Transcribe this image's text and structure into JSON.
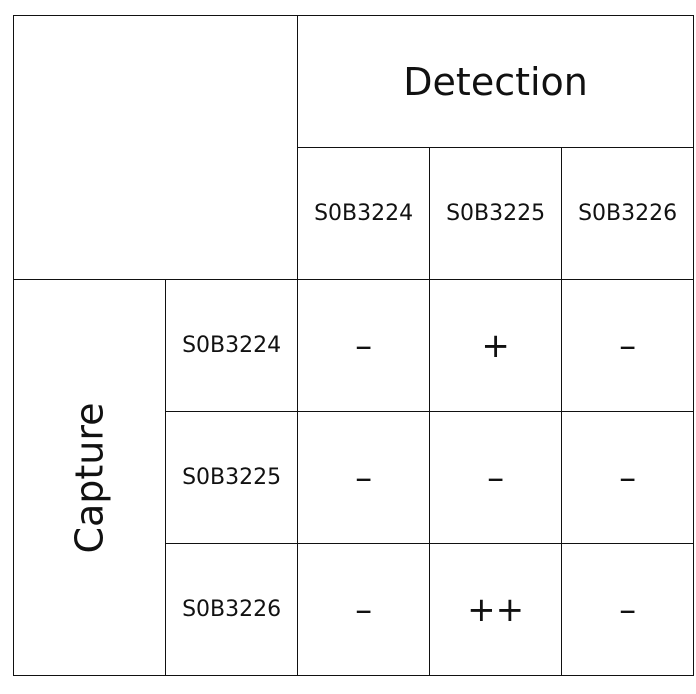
{
  "detection_label": "Detection",
  "capture_label": "Capture",
  "columns": [
    "S0B3224",
    "S0B3225",
    "S0B3226"
  ],
  "rows": [
    {
      "label": "S0B3224",
      "values": [
        "–",
        "+",
        "–"
      ]
    },
    {
      "label": "S0B3225",
      "values": [
        "–",
        "–",
        "–"
      ]
    },
    {
      "label": "S0B3226",
      "values": [
        "–",
        "++",
        "–"
      ]
    }
  ]
}
